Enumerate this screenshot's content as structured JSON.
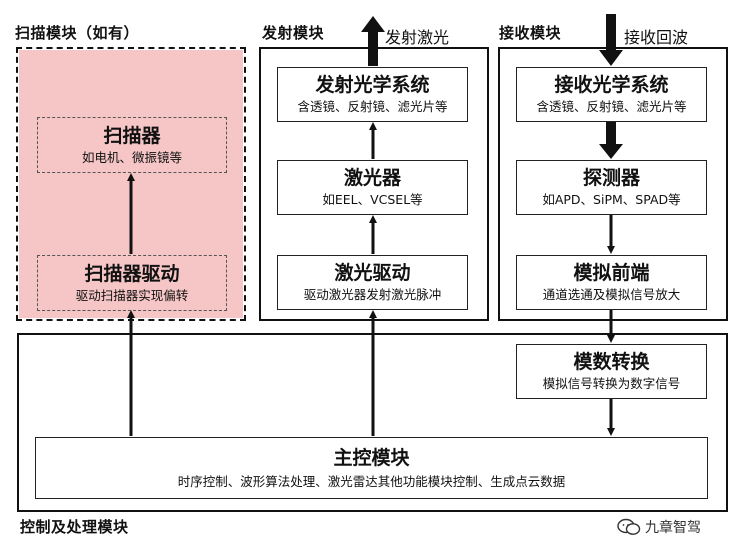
{
  "colors": {
    "scan_fill": "#f6c6c6",
    "stroke": "#111111"
  },
  "sections": {
    "scan": "扫描模块（如有）",
    "tx": "发射模块",
    "rx": "接收模块",
    "ctrl": "控制及处理模块"
  },
  "signals": {
    "tx_out": "发射激光",
    "rx_in": "接收回波"
  },
  "nodes": {
    "scanner": {
      "title": "扫描器",
      "sub": "如电机、微振镜等"
    },
    "scanner_driver": {
      "title": "扫描器驱动",
      "sub": "驱动扫描器实现偏转"
    },
    "tx_optics": {
      "title": "发射光学系统",
      "sub": "含透镜、反射镜、滤光片等"
    },
    "laser": {
      "title": "激光器",
      "sub": "如EEL、VCSEL等"
    },
    "laser_driver": {
      "title": "激光驱动",
      "sub": "驱动激光器发射激光脉冲"
    },
    "rx_optics": {
      "title": "接收光学系统",
      "sub": "含透镜、反射镜、滤光片等"
    },
    "detector": {
      "title": "探测器",
      "sub": "如APD、SiPM、SPAD等"
    },
    "afe": {
      "title": "模拟前端",
      "sub": "通道选通及模拟信号放大"
    },
    "adc": {
      "title": "模数转换",
      "sub": "模拟信号转换为数字信号"
    },
    "main_ctrl": {
      "title": "主控模块",
      "sub": "时序控制、波形算法处理、激光雷达其他功能模块控制、生成点云数据"
    }
  },
  "watermark": "九章智驾",
  "watermark_icon": "wechat-icon"
}
